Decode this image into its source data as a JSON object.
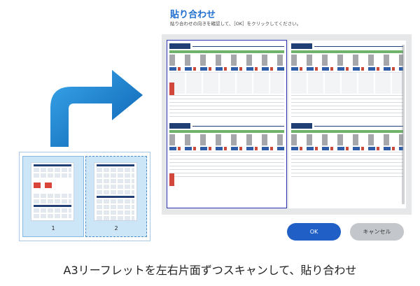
{
  "dialog": {
    "title": "貼り合わせ",
    "message": "貼り合わせの向きを確認して、［OK］をクリックしてください。",
    "ok_label": "OK",
    "cancel_label": "キャンセル"
  },
  "thumbnails": [
    {
      "label": "1",
      "selected": false
    },
    {
      "label": "2",
      "selected": true
    }
  ],
  "caption": "A3リーフレットを左右片面ずつスキャンして、貼り合わせ",
  "colors": {
    "accent": "#1f5fc6",
    "title": "#1f6fd0",
    "arrow": "#1a7fd0",
    "thumb_bg": "#cde6f7",
    "selection_frame": "#2b35b8",
    "cancel_bg": "#c3c6cb"
  },
  "icons": {
    "arrow": "curved-arrow-right-icon"
  }
}
